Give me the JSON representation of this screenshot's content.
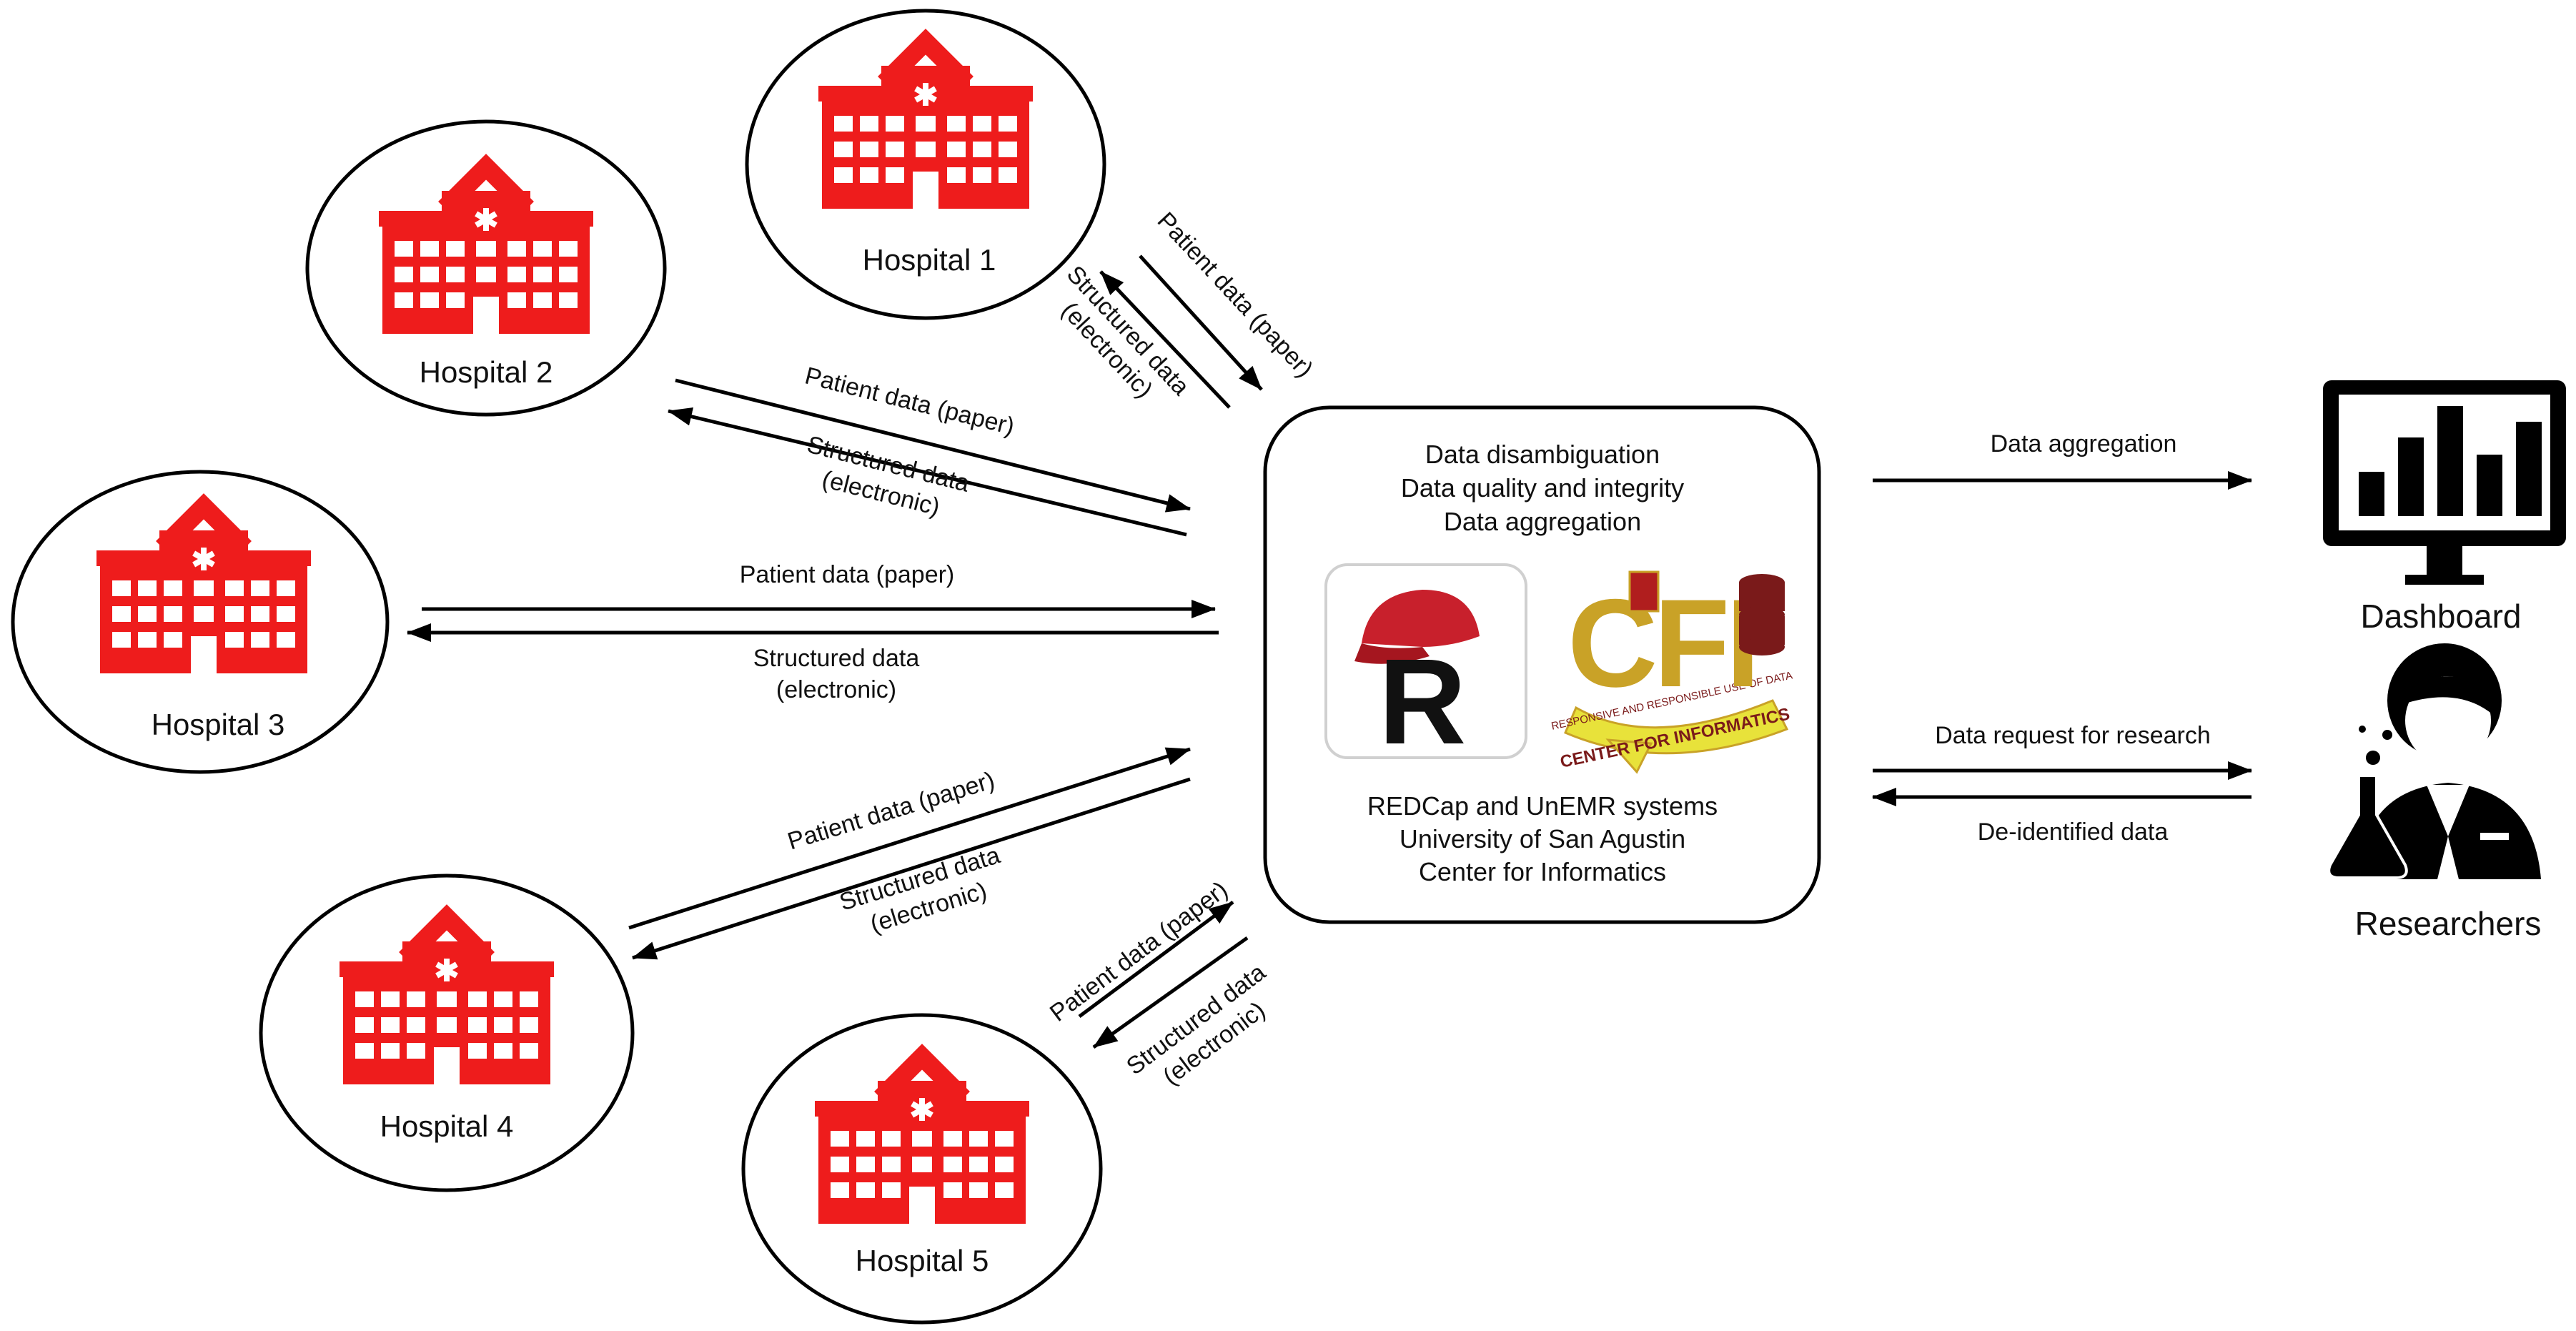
{
  "colors": {
    "hospital_red": "#ee1c1c",
    "line": "#000000",
    "redcap_hat": "#c8202c",
    "cfi_gold": "#c9a227",
    "cfi_ribbon": "#e8e23a",
    "cfi_dark": "#7a1a1a"
  },
  "hospitals": [
    {
      "label": "Hospital 1",
      "icon": "hospital-icon"
    },
    {
      "label": "Hospital 2",
      "icon": "hospital-icon"
    },
    {
      "label": "Hospital 3",
      "icon": "hospital-icon"
    },
    {
      "label": "Hospital 4",
      "icon": "hospital-icon"
    },
    {
      "label": "Hospital 5",
      "icon": "hospital-icon"
    }
  ],
  "flows": {
    "paper": "Patient data (paper)",
    "structured_line1": "Structured data",
    "structured_line2": "(electronic)"
  },
  "center": {
    "top_lines": [
      "Data disambiguation",
      "Data quality and integrity",
      "Data aggregation"
    ],
    "bottom_lines": [
      "REDCap and UnEMR systems",
      "University of San Agustin",
      "Center for Informatics"
    ],
    "redcap_logo_letter": "R",
    "cfi_logo_letters": "CFI",
    "cfi_ribbon_text": "CENTER FOR INFORMATICS",
    "cfi_small_text": "RESPONSIVE AND RESPONSIBLE USE OF DATA"
  },
  "right": {
    "aggregation": "Data aggregation",
    "dashboard": "Dashboard",
    "request": "Data request for research",
    "deidentified": "De-identified data",
    "researchers": "Researchers",
    "dashboard_icon": "monitor-bar-chart-icon",
    "researcher_icon": "scientist-flask-icon"
  }
}
